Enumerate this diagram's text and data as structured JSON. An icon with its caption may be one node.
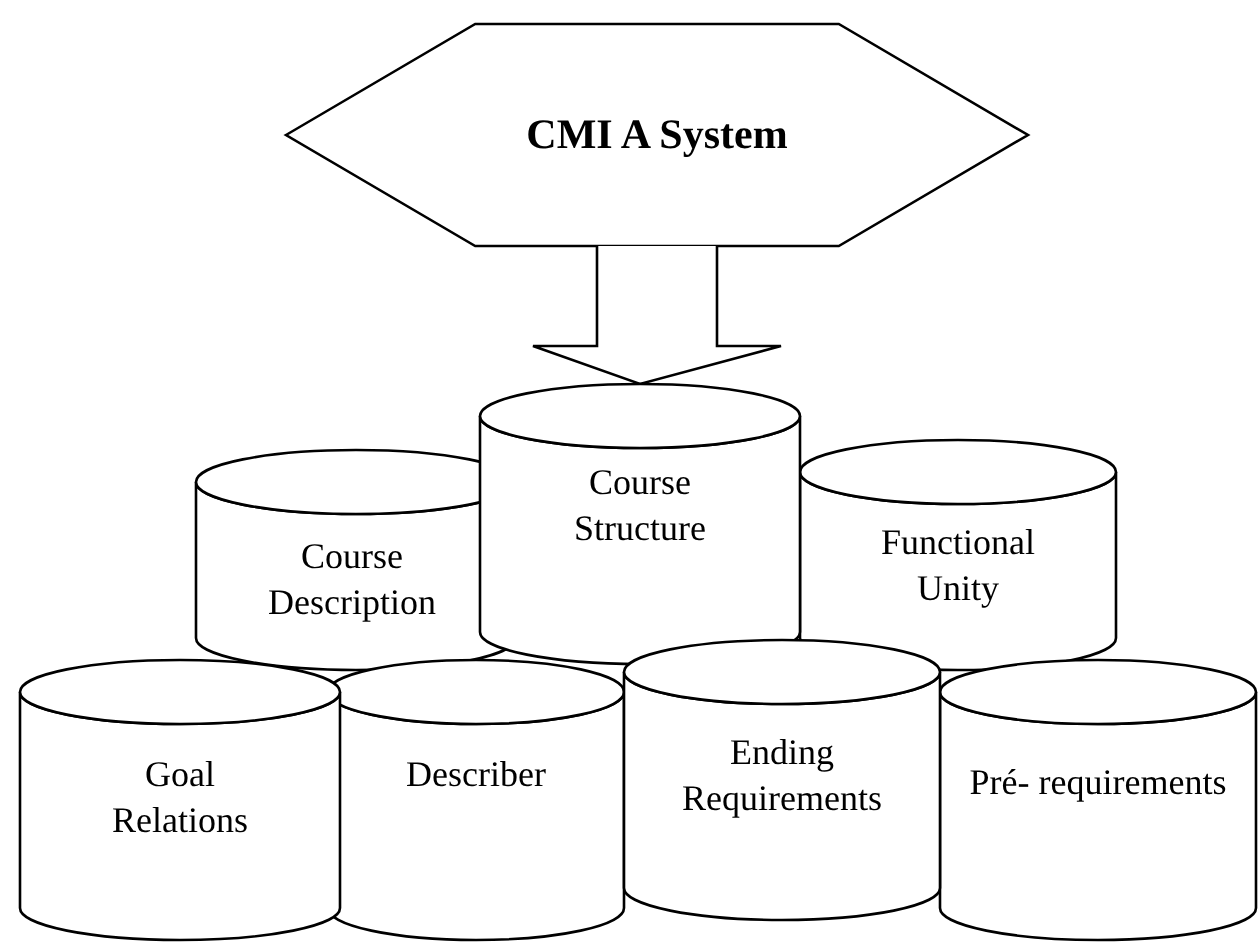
{
  "diagram": {
    "nodes": [
      {
        "text": [
          "CMI A System"
        ]
      },
      {
        "text": [
          "Course Description"
        ]
      },
      {
        "text": [
          "Course Structure"
        ]
      },
      {
        "text": [
          "Functional Unity"
        ]
      },
      {
        "text": [
          "Goal Relations"
        ]
      },
      {
        "text": [
          "Describer"
        ]
      },
      {
        "text": [
          "Ending Requirements"
        ]
      },
      {
        "text": [
          "Pré- requirements"
        ]
      }
    ],
    "edges": [
      {
        "from": 0,
        "to": 2,
        "arrow": "to",
        "style": "thick"
      }
    ]
  }
}
